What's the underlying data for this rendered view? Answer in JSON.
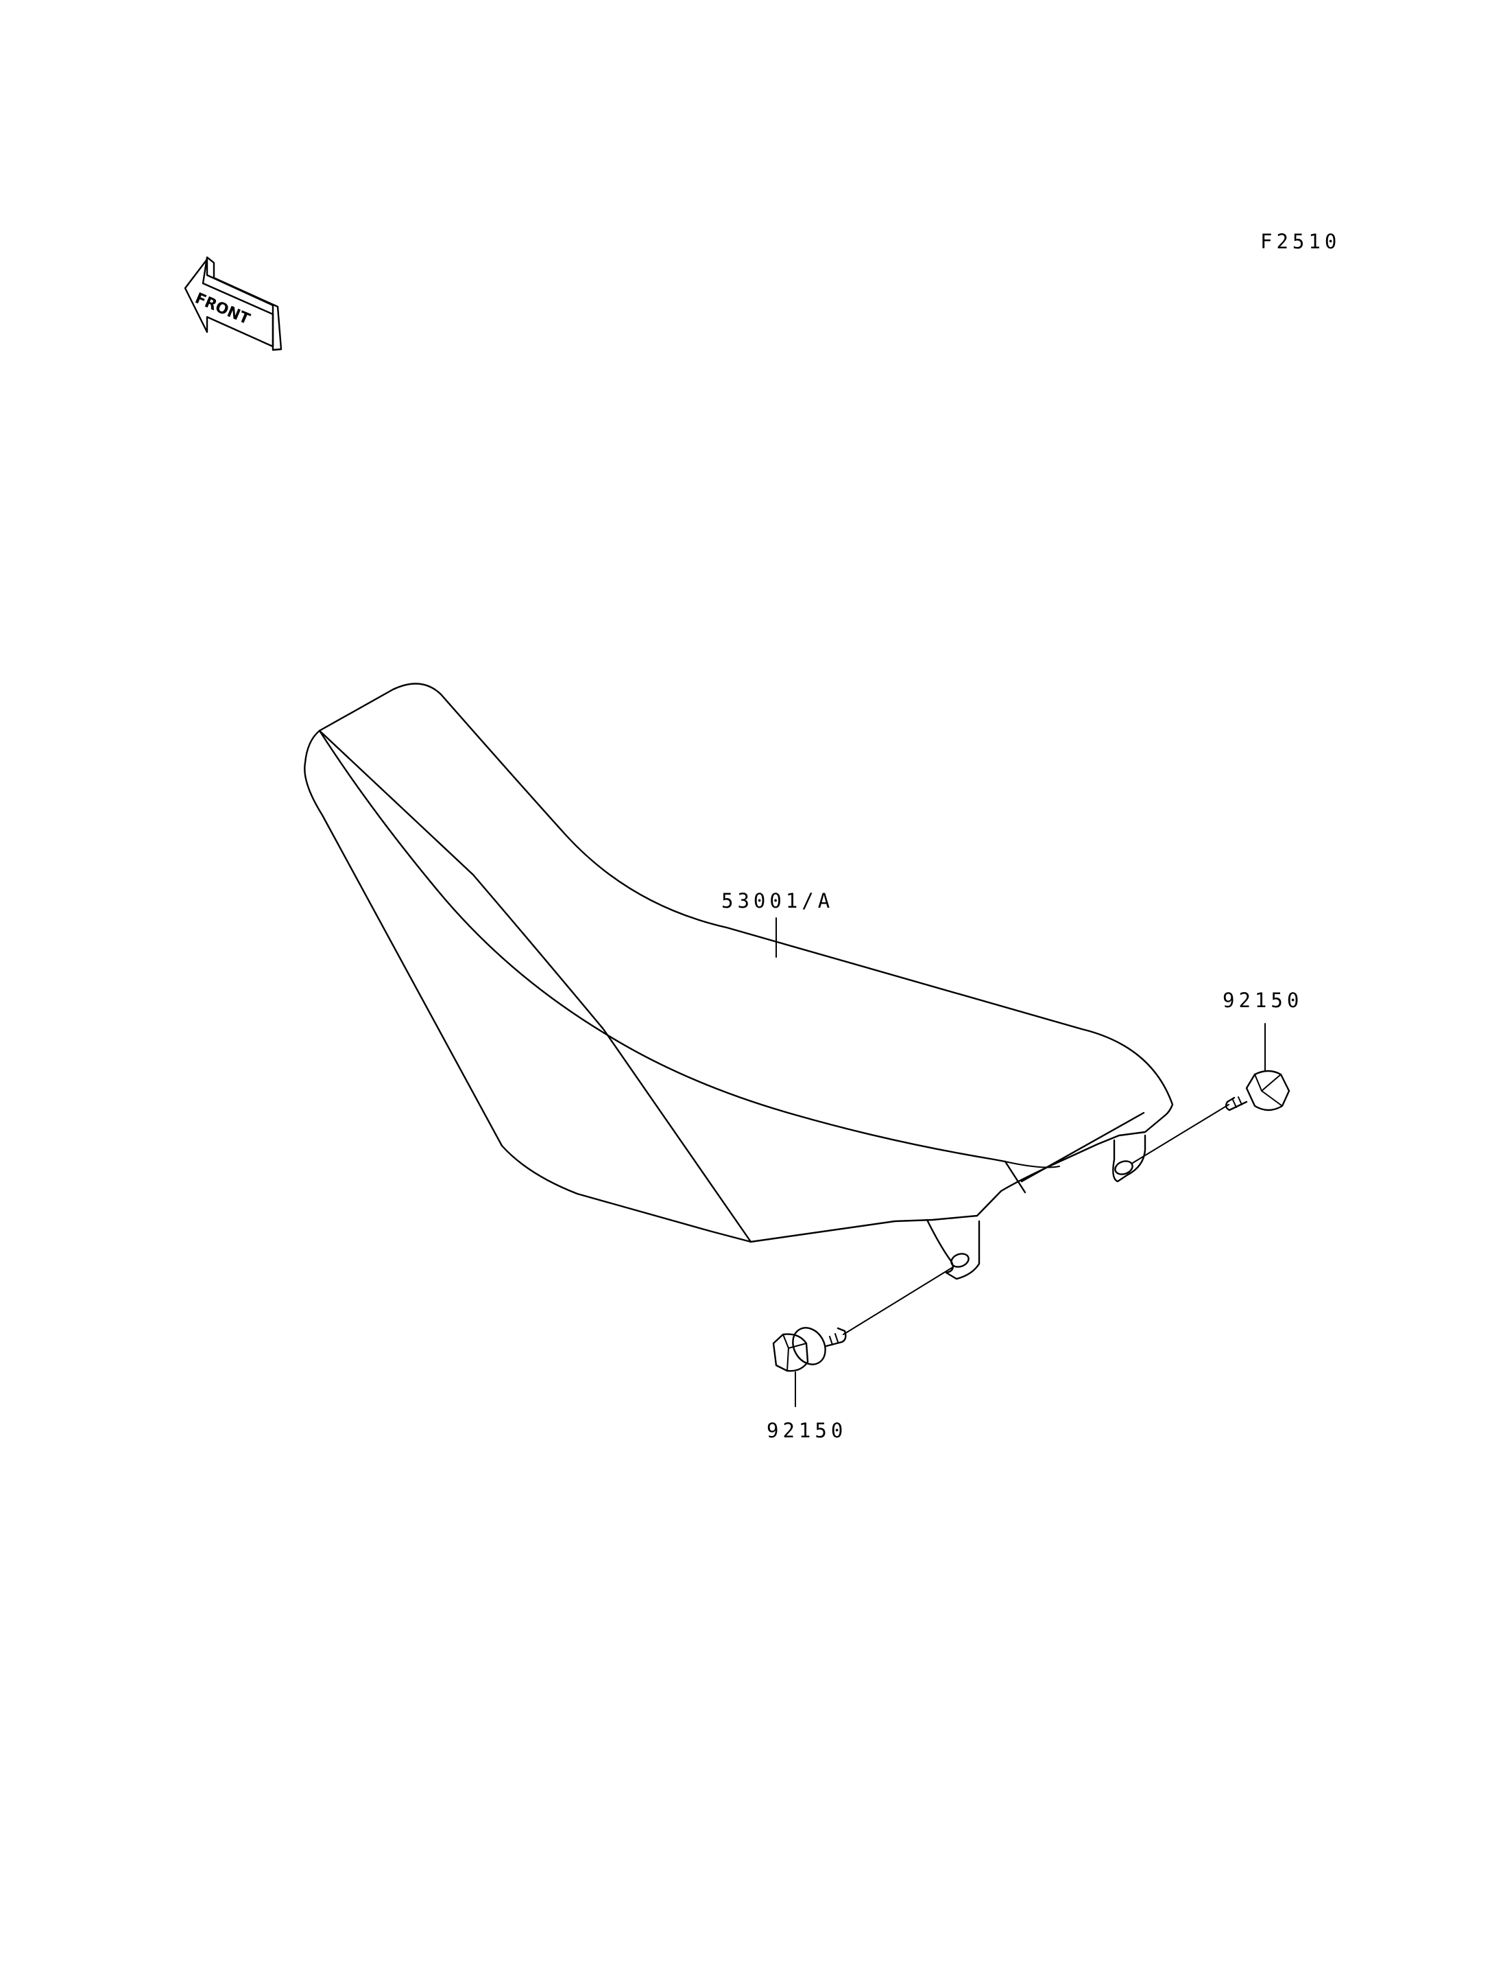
{
  "figure_code": "F2510",
  "front_arrow": {
    "text": "FRONT",
    "icon": "front-direction-arrow-icon"
  },
  "parts": [
    {
      "number": "53001/A",
      "name": "seat"
    },
    {
      "number": "92150",
      "name": "bolt-right"
    },
    {
      "number": "92150",
      "name": "bolt-left"
    }
  ]
}
